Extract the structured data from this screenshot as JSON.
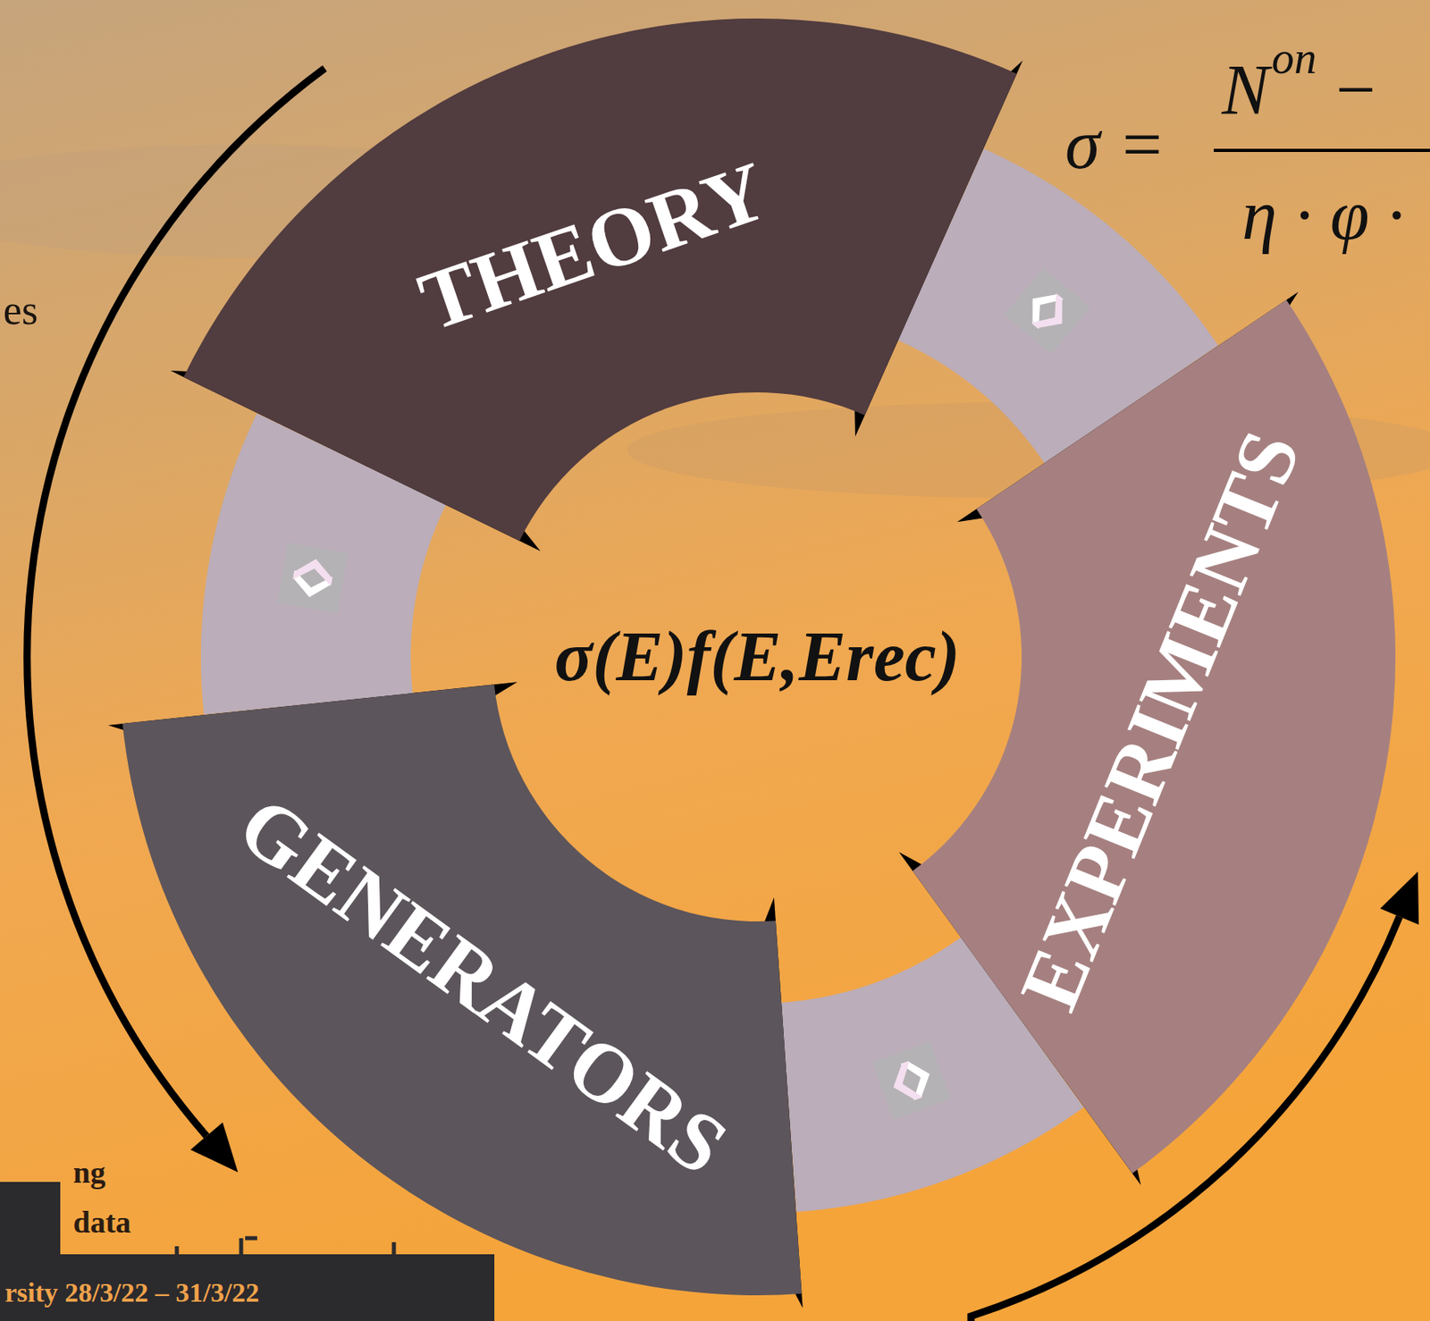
{
  "diagram": {
    "nodes": [
      {
        "text": [
          "THEORY"
        ]
      },
      {
        "text": [
          "EXPERIMENTS"
        ]
      },
      {
        "text": [
          "GENERATORS"
        ]
      }
    ],
    "edges": [
      {
        "from": 0,
        "to": 1,
        "arrow": "both"
      },
      {
        "from": 1,
        "to": 2,
        "arrow": "both"
      },
      {
        "from": 2,
        "to": 0,
        "arrow": "both"
      }
    ],
    "labels": [
      "es",
      "σ =",
      "N",
      "on",
      "−",
      "η · φ ·",
      "σ(E)f(E,Erec)",
      "ng",
      "data",
      "rsity 28/3/22 – 31/3/22"
    ]
  }
}
